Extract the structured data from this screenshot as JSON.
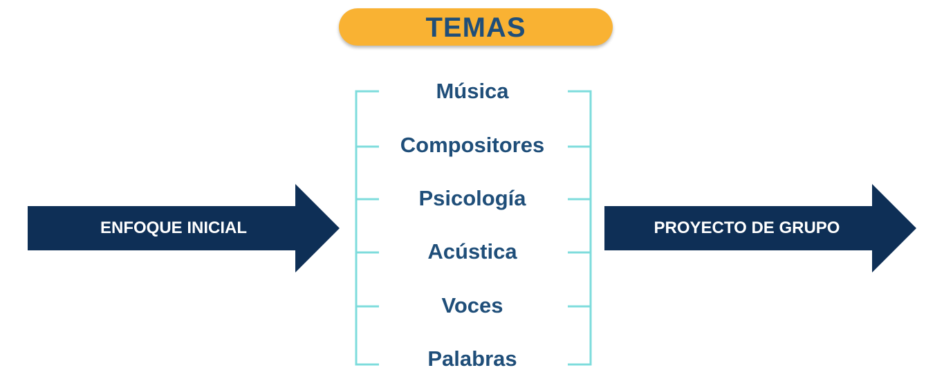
{
  "header": {
    "title": "TEMAS"
  },
  "topics": [
    "Música",
    "Compositores",
    "Psicología",
    "Acústica",
    "Voces",
    "Palabras"
  ],
  "left_arrow": {
    "label": "ENFOQUE INICIAL"
  },
  "right_arrow": {
    "label": "PROYECTO DE GRUPO"
  },
  "colors": {
    "pill": "#F9B233",
    "title_text": "#1F4E79",
    "topic_text": "#1F4E79",
    "arrow_fill": "#0E2F56",
    "bracket": "#7EDCDC"
  }
}
